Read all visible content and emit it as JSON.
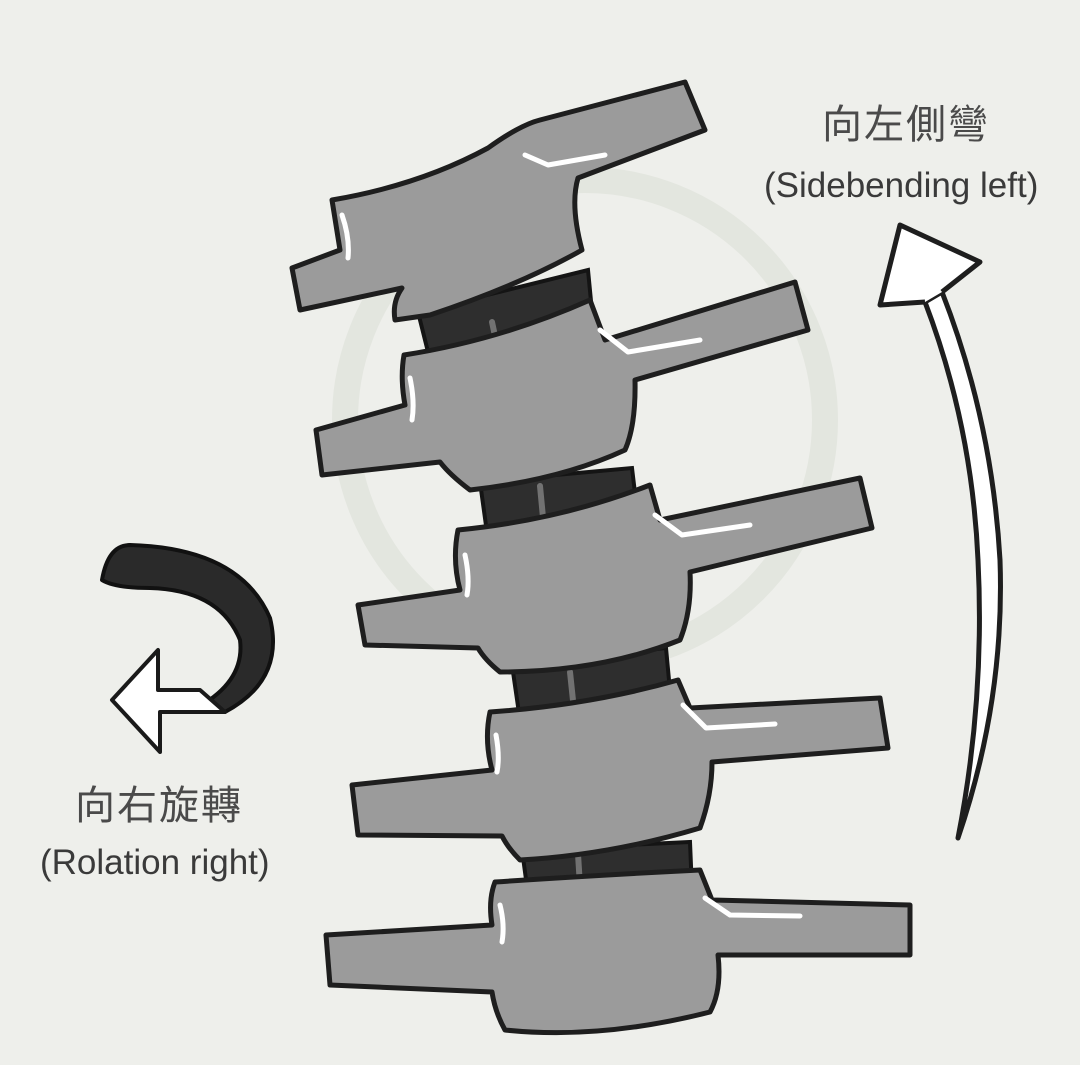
{
  "labels": {
    "sidebending_zh": "向左側彎",
    "sidebending_en": "(Sidebending left)",
    "rotation_zh": "向右旋轉",
    "rotation_en": "(Rolation right)"
  },
  "colors": {
    "background": "#eeefeb",
    "vertebra_fill": "#9b9b9b",
    "vertebra_outline": "#1e1e1e",
    "disc_fill": "#2e2e2e",
    "rotation_arrow_fill": "#2a2a2a",
    "sidebend_arrow_fill": "#ffffff",
    "text": "#3a3a3a"
  },
  "icons": {
    "rotation": "curved-rotation-arrow-icon",
    "sidebending": "curved-sidebend-arrow-icon"
  }
}
